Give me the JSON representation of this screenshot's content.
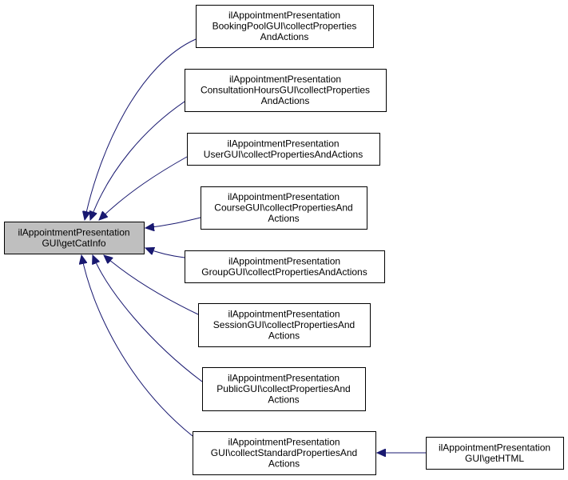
{
  "colors": {
    "edge": "#191970",
    "focus_fill": "#bfbfbf",
    "node_fill": "#ffffff",
    "node_border": "#000000"
  },
  "nodes": [
    {
      "id": "focus",
      "lines": [
        "ilAppointmentPresentation",
        "GUI\\getCatInfo"
      ],
      "highlighted": true
    },
    {
      "id": "booking",
      "lines": [
        "ilAppointmentPresentation",
        "BookingPoolGUI\\collectProperties",
        "AndActions"
      ]
    },
    {
      "id": "consultation",
      "lines": [
        "ilAppointmentPresentation",
        "ConsultationHoursGUI\\collectProperties",
        "AndActions"
      ]
    },
    {
      "id": "user",
      "lines": [
        "ilAppointmentPresentation",
        "UserGUI\\collectPropertiesAndActions"
      ]
    },
    {
      "id": "course",
      "lines": [
        "ilAppointmentPresentation",
        "CourseGUI\\collectPropertiesAnd",
        "Actions"
      ]
    },
    {
      "id": "group",
      "lines": [
        "ilAppointmentPresentation",
        "GroupGUI\\collectPropertiesAndActions"
      ]
    },
    {
      "id": "session",
      "lines": [
        "ilAppointmentPresentation",
        "SessionGUI\\collectPropertiesAnd",
        "Actions"
      ]
    },
    {
      "id": "public",
      "lines": [
        "ilAppointmentPresentation",
        "PublicGUI\\collectPropertiesAnd",
        "Actions"
      ]
    },
    {
      "id": "standard",
      "lines": [
        "ilAppointmentPresentation",
        "GUI\\collectStandardPropertiesAnd",
        "Actions"
      ]
    },
    {
      "id": "gethtml",
      "lines": [
        "ilAppointmentPresentation",
        "GUI\\getHTML"
      ]
    }
  ],
  "edges": [
    {
      "from": "booking",
      "to": "focus"
    },
    {
      "from": "consultation",
      "to": "focus"
    },
    {
      "from": "user",
      "to": "focus"
    },
    {
      "from": "course",
      "to": "focus"
    },
    {
      "from": "group",
      "to": "focus"
    },
    {
      "from": "session",
      "to": "focus"
    },
    {
      "from": "public",
      "to": "focus"
    },
    {
      "from": "standard",
      "to": "focus"
    },
    {
      "from": "gethtml",
      "to": "standard"
    }
  ]
}
